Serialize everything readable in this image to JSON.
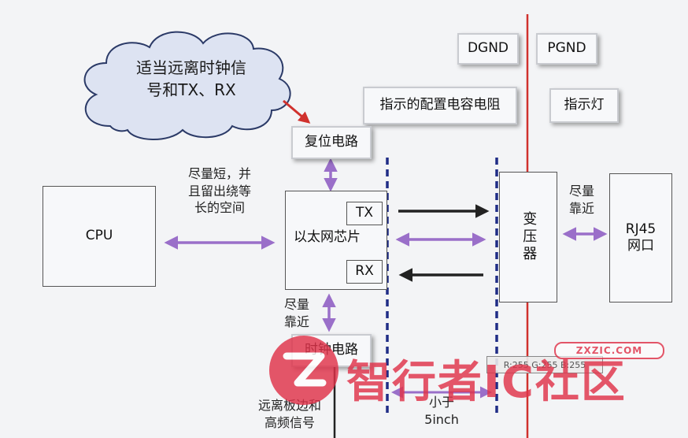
{
  "cloud": {
    "line1": "适当远离时钟信",
    "line2": "号和TX、RX"
  },
  "blocks": {
    "cpu": "CPU",
    "reset": "复位电路",
    "ethernet_chip": "以太网芯片",
    "tx": "TX",
    "rx": "RX",
    "transformer": "变压器",
    "rj45_line1": "RJ45",
    "rj45_line2": "网口",
    "dgnd": "DGND",
    "pgnd": "PGND",
    "indicator_caps": "指示的配置电容电阻",
    "indicator_lamp": "指示灯",
    "clock": "时钟电路"
  },
  "labels": {
    "cpu_link_line1": "尽量短，并",
    "cpu_link_line2": "且留出绕等",
    "cpu_link_line3": "长的空间",
    "rj45_link_line1": "尽量",
    "rj45_link_line2": "靠近",
    "clock_link_line1": "尽量",
    "clock_link_line2": "靠近",
    "clock_away_line1": "远离板边和",
    "clock_away_line2": "高频信号",
    "less_line1": "小于",
    "less_line2": "5inch"
  },
  "overlay": {
    "rgb_readout": "R:255 G:255 B:255"
  },
  "watermark": {
    "brand": "智行者IC社区",
    "site": "ZXZIC.COM"
  },
  "colors": {
    "purple_arrow": "#9a6fc9",
    "red_line": "#d0312d",
    "dash_blue": "#1f2d86",
    "watermark": "#e0334a"
  }
}
